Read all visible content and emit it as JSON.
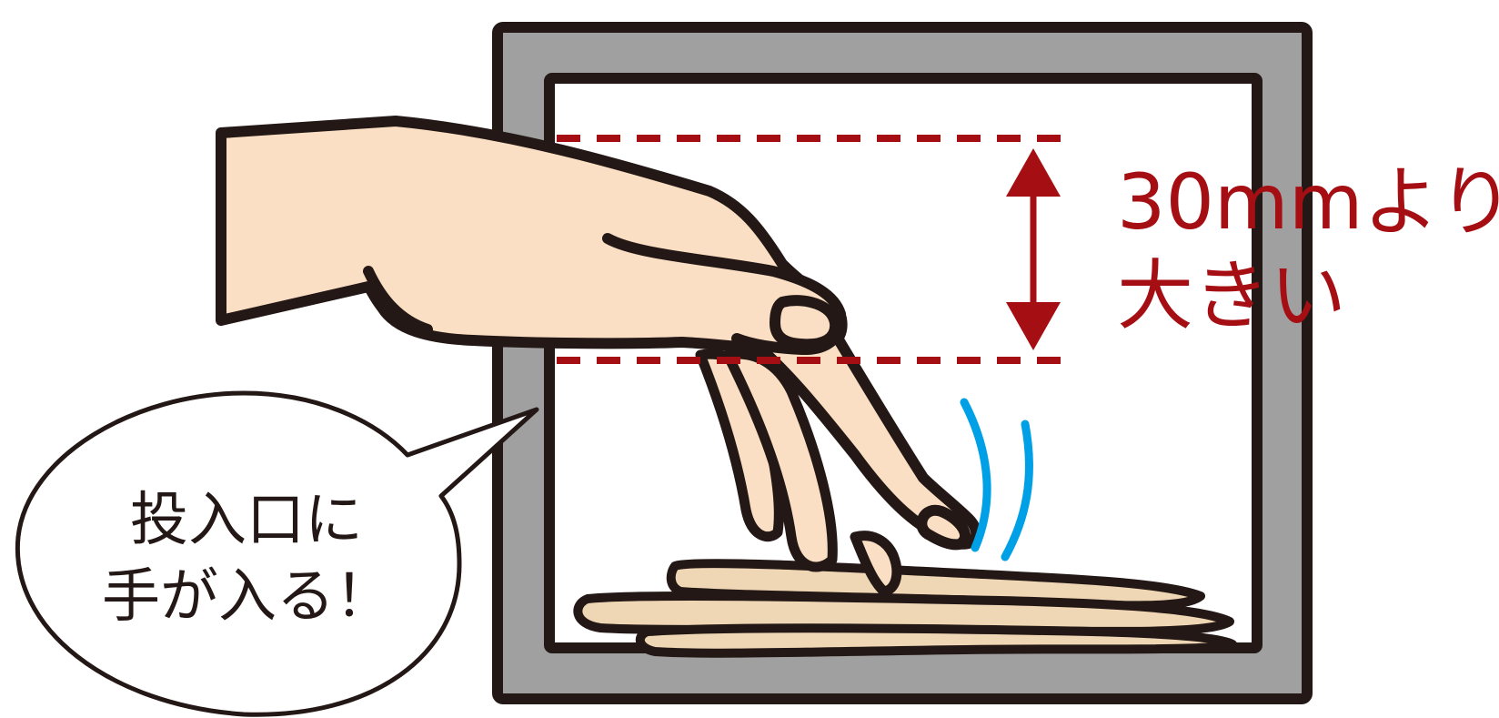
{
  "figure": {
    "dimension_label_line1": "30mmより",
    "dimension_label_line2": "大きい",
    "bubble_line1": "投入口に",
    "bubble_line2": "手が入る！"
  },
  "colors": {
    "frame_gray": "#a0a0a0",
    "outline": "#231815",
    "skin": "#fadfc4",
    "dimension_red": "#a50f13",
    "motion_blue": "#00a0e6",
    "paper": "#efd6b4"
  }
}
